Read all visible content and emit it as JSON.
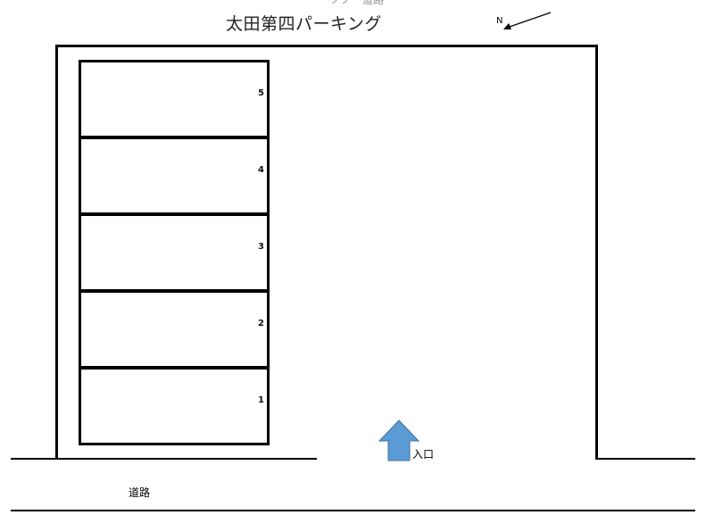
{
  "title": "太田第四パーキング",
  "top_partial_text": "ノノ一道路",
  "north_label": "N",
  "slots": [
    {
      "number": "5"
    },
    {
      "number": "4"
    },
    {
      "number": "3"
    },
    {
      "number": "2"
    },
    {
      "number": "1"
    }
  ],
  "entrance": {
    "label": "入口",
    "arrow_color": "#5B9BD5",
    "arrow_outline": "#41719C"
  },
  "road": {
    "label": "道路"
  }
}
